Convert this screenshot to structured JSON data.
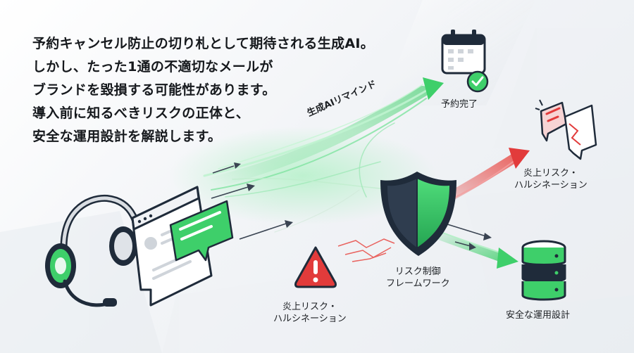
{
  "headline": [
    "予約キャンセル防止の切り札として期待される生成AI。",
    "しかし、たった1通の不適切なメールが",
    "ブランドを毀損する可能性があります。",
    "導入前に知るべきリスクの正体と、",
    "安全な運用設計を解説します。"
  ],
  "labels": {
    "arrow": "生成AIリマインド",
    "booking_complete": "予約完了",
    "risk_top": [
      "炎上リスク・",
      "ハルシネーション"
    ],
    "risk_bottom": [
      "炎上リスク・",
      "ハルシネーション"
    ],
    "framework": [
      "リスク制御",
      "フレームワーク"
    ],
    "safe_design": "安全な運用設計"
  },
  "icons": {
    "headset": "headset-icon",
    "chat_window": "chat-window-icon",
    "message_bubble": "message-bubble-icon",
    "calendar_check": "calendar-check-icon",
    "broken_chat": "broken-chat-icon",
    "shield": "shield-icon",
    "warning": "warning-triangle-icon",
    "database": "database-icon"
  },
  "colors": {
    "green_accent": "#3ecf6a",
    "red_accent": "#e23b3b",
    "dark_navy": "#1f2b3a",
    "text_dark": "#16191d"
  }
}
